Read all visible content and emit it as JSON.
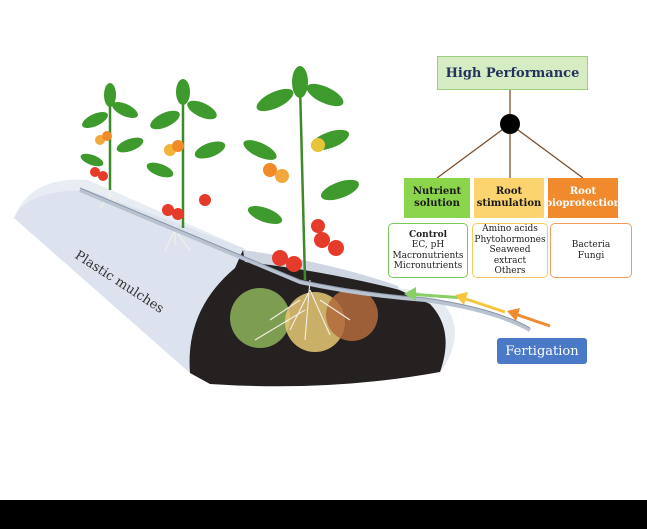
{
  "top": {
    "title": "High Performance"
  },
  "categories": [
    {
      "label_line1": "Nutrient",
      "label_line2": "solution",
      "color": "#8ad54c"
    },
    {
      "label_line1": "Root",
      "label_line2": "stimulation",
      "color": "#fbd470"
    },
    {
      "label_line1": "Root",
      "label_line2": "bioprotection",
      "color": "#f08a2c"
    }
  ],
  "details": {
    "nutrient": [
      "Control",
      "EC, pH",
      "Macronutrients",
      "Micronutrients"
    ],
    "root_stimulation": [
      "Amino acids",
      "Phytohormones",
      "Seaweed extract",
      "Others"
    ],
    "bioprotection": [
      "Bacteria",
      "Fungi"
    ]
  },
  "fertigation": {
    "label": "Fertigation",
    "color": "#4a79c8"
  },
  "mulch": {
    "label": "Plastic mulches"
  }
}
